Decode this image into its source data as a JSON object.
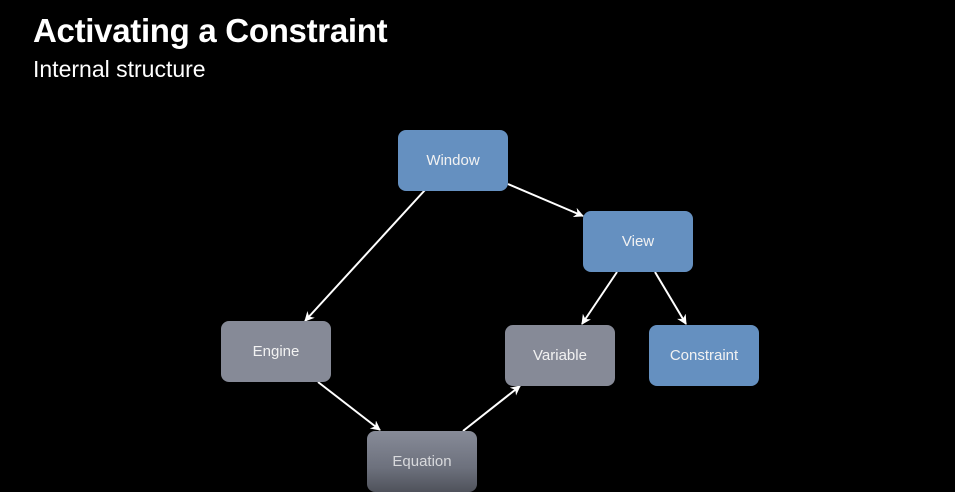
{
  "slide": {
    "title": "Activating a Constraint",
    "subtitle": "Internal structure"
  },
  "diagram": {
    "nodes": [
      {
        "id": "window",
        "label": "Window",
        "kind": "view-hierarchy",
        "color": "#6590c0"
      },
      {
        "id": "view",
        "label": "View",
        "kind": "view-hierarchy",
        "color": "#6590c0"
      },
      {
        "id": "constraint",
        "label": "Constraint",
        "kind": "view-hierarchy",
        "color": "#6590c0"
      },
      {
        "id": "engine",
        "label": "Engine",
        "kind": "engine-internal",
        "color": "#868a97"
      },
      {
        "id": "variable",
        "label": "Variable",
        "kind": "engine-internal",
        "color": "#868a97"
      },
      {
        "id": "equation",
        "label": "Equation",
        "kind": "engine-internal",
        "color": "#868a97"
      }
    ],
    "edges": [
      {
        "from": "window",
        "to": "view"
      },
      {
        "from": "window",
        "to": "engine"
      },
      {
        "from": "view",
        "to": "variable"
      },
      {
        "from": "view",
        "to": "constraint"
      },
      {
        "from": "engine",
        "to": "equation"
      },
      {
        "from": "equation",
        "to": "variable"
      }
    ],
    "edge_color": "#ffffff"
  }
}
